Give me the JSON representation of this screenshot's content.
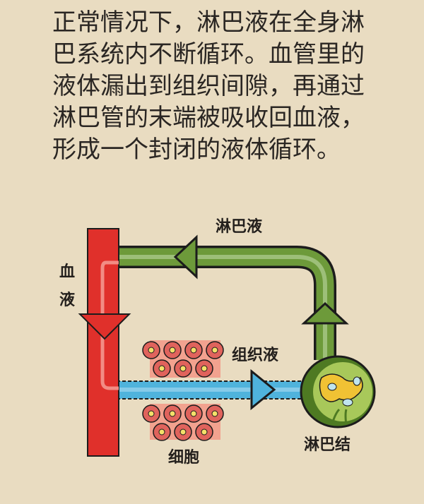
{
  "paragraph": {
    "lines": [
      "正常情况下，淋巴液在全身淋",
      "巴系统内不断循环。血管里的",
      "液体漏出到组织间隙，再通过",
      "淋巴管的末端被吸收回血液，",
      "形成一个封闭的液体循环。"
    ]
  },
  "diagram": {
    "labels": {
      "lymph_fluid": "淋巴液",
      "blood_1": "血",
      "blood_2": "液",
      "tissue_fluid": "组织液",
      "cells": "细胞",
      "lymph_node": "淋巴结"
    },
    "colors": {
      "background": "#e9dcc1",
      "blood": "#e0302b",
      "lymph": "#6d9a3a",
      "tissue_fluid": "#4fb3dc",
      "cells": "#f2a28f",
      "node_yellow": "#f0c234"
    }
  }
}
